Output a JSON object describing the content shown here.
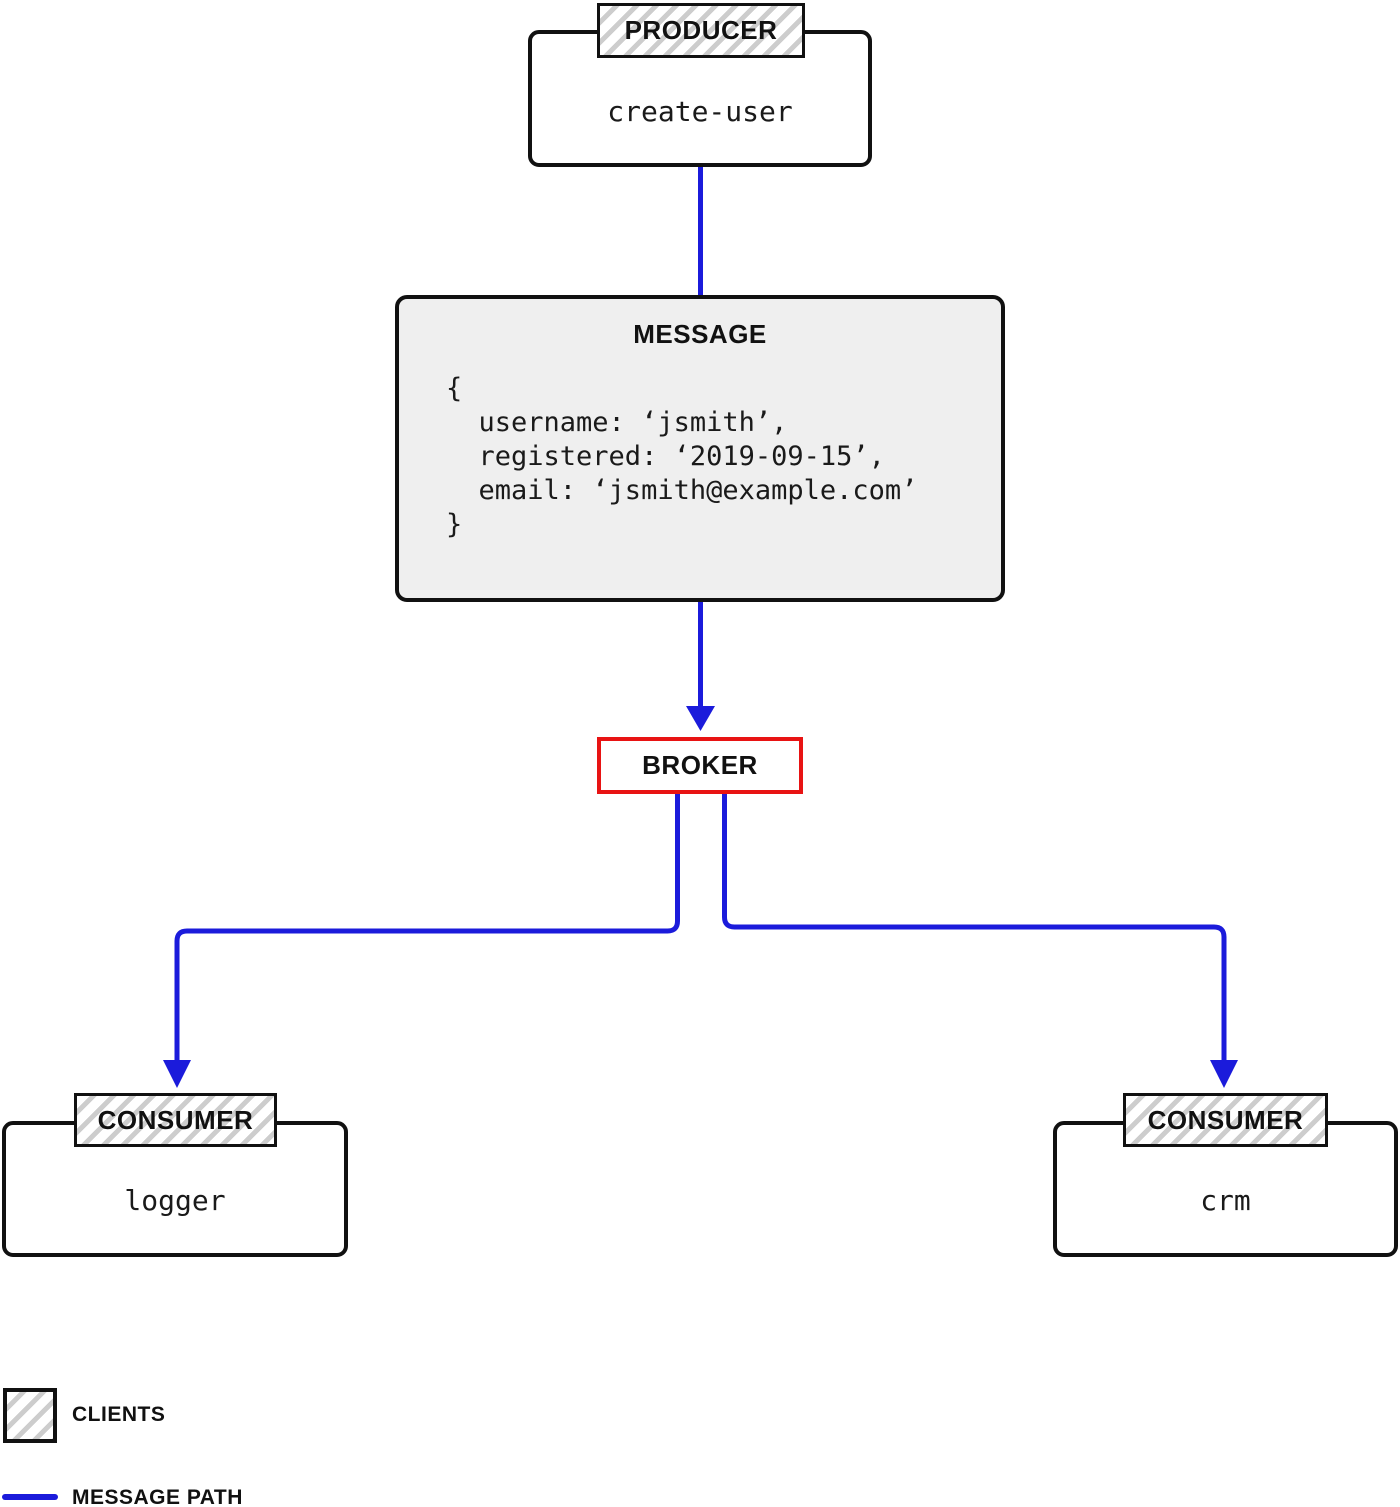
{
  "diagram": {
    "producer": {
      "type_label": "PRODUCER",
      "name": "create-user"
    },
    "message": {
      "title": "MESSAGE",
      "code": "{\n  username: ‘jsmith’,\n  registered: ‘2019-09-15’,\n  email: ‘jsmith@example.com’\n}"
    },
    "broker": {
      "label": "BROKER"
    },
    "consumers": [
      {
        "type_label": "CONSUMER",
        "name": "logger"
      },
      {
        "type_label": "CONSUMER",
        "name": "crm"
      }
    ],
    "legend": [
      {
        "swatch": "hatched-square",
        "label": "CLIENTS"
      },
      {
        "swatch": "blue-line",
        "label": "MESSAGE PATH"
      }
    ],
    "colors": {
      "message_path_blue": "#1b1bdb",
      "broker_border_red": "#e81313",
      "node_border_black": "#111111",
      "message_fill_gray": "#efefef",
      "hatch_stripe_gray": "#cdcdcd"
    }
  }
}
